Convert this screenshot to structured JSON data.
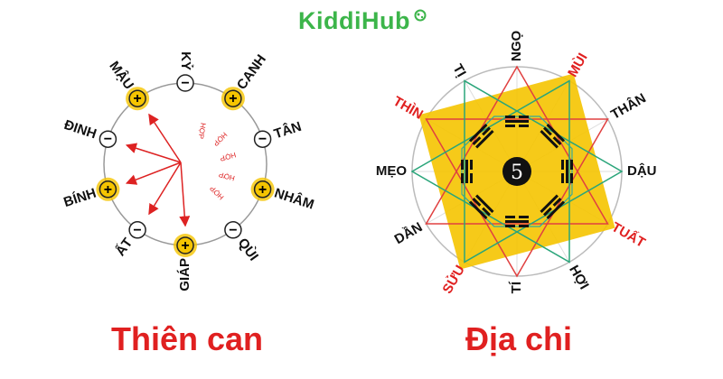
{
  "logo": {
    "text": "KiddiHub"
  },
  "thien_can": {
    "title": "Thiên can",
    "center_label": "HỢP",
    "stems": [
      {
        "name": "GIÁP",
        "sign": "+"
      },
      {
        "name": "QÙI",
        "sign": "−"
      },
      {
        "name": "NHÂM",
        "sign": "+"
      },
      {
        "name": "TÂN",
        "sign": "−"
      },
      {
        "name": "CANH",
        "sign": "+"
      },
      {
        "name": "KỶ",
        "sign": "−"
      },
      {
        "name": "MẬU",
        "sign": "+"
      },
      {
        "name": "ĐINH",
        "sign": "−"
      },
      {
        "name": "BÍNH",
        "sign": "+"
      },
      {
        "name": "ẤT",
        "sign": "−"
      }
    ]
  },
  "dia_chi": {
    "title": "Địa chi",
    "center_number": "5",
    "branches": [
      {
        "name": "NGỌ",
        "highlight": false
      },
      {
        "name": "MÙI",
        "highlight": true
      },
      {
        "name": "THÂN",
        "highlight": false
      },
      {
        "name": "DẬU",
        "highlight": false
      },
      {
        "name": "TUẤT",
        "highlight": true
      },
      {
        "name": "HỢI",
        "highlight": false
      },
      {
        "name": "TÍ",
        "highlight": false
      },
      {
        "name": "SỬU",
        "highlight": true
      },
      {
        "name": "DẦN",
        "highlight": false
      },
      {
        "name": "MẸO",
        "highlight": false
      },
      {
        "name": "THÌN",
        "highlight": true
      },
      {
        "name": "TỊ",
        "highlight": false
      }
    ]
  },
  "colors": {
    "accent_red": "#e02020",
    "yellow": "#f5c400",
    "green": "#3cb54a",
    "teal": "#2aa57a"
  }
}
